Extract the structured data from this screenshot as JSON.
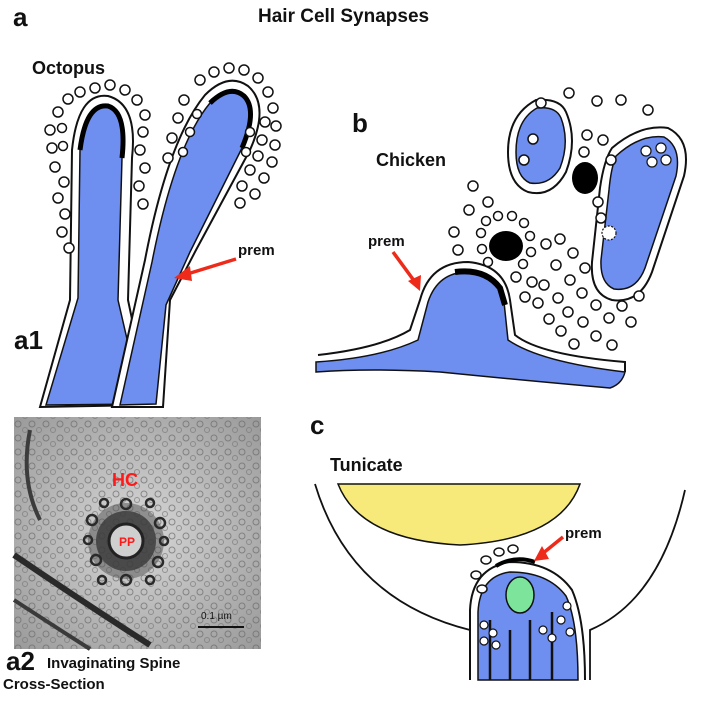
{
  "title": "Hair Cell Synapses",
  "panels": {
    "a": "a",
    "a1": "a1",
    "a2": "a2",
    "b": "b",
    "c": "c"
  },
  "species": {
    "octopus": "Octopus",
    "chicken": "Chicken",
    "tunicate": "Tunicate"
  },
  "prem_label": "prem",
  "micrograph": {
    "hc_label": "HC",
    "pp_label": "PP",
    "scale_bar": "0.1 µm"
  },
  "caption_a2": {
    "line1": "Invaginating Spine",
    "line2": "Cross-Section"
  },
  "colors": {
    "cell_blue": "#6f8ff0",
    "vesicle_dark": "#000000",
    "tunicate_yellow": "#f7ea7a",
    "tunicate_green": "#7de59b",
    "arrow_red": "#ee2a1a"
  }
}
